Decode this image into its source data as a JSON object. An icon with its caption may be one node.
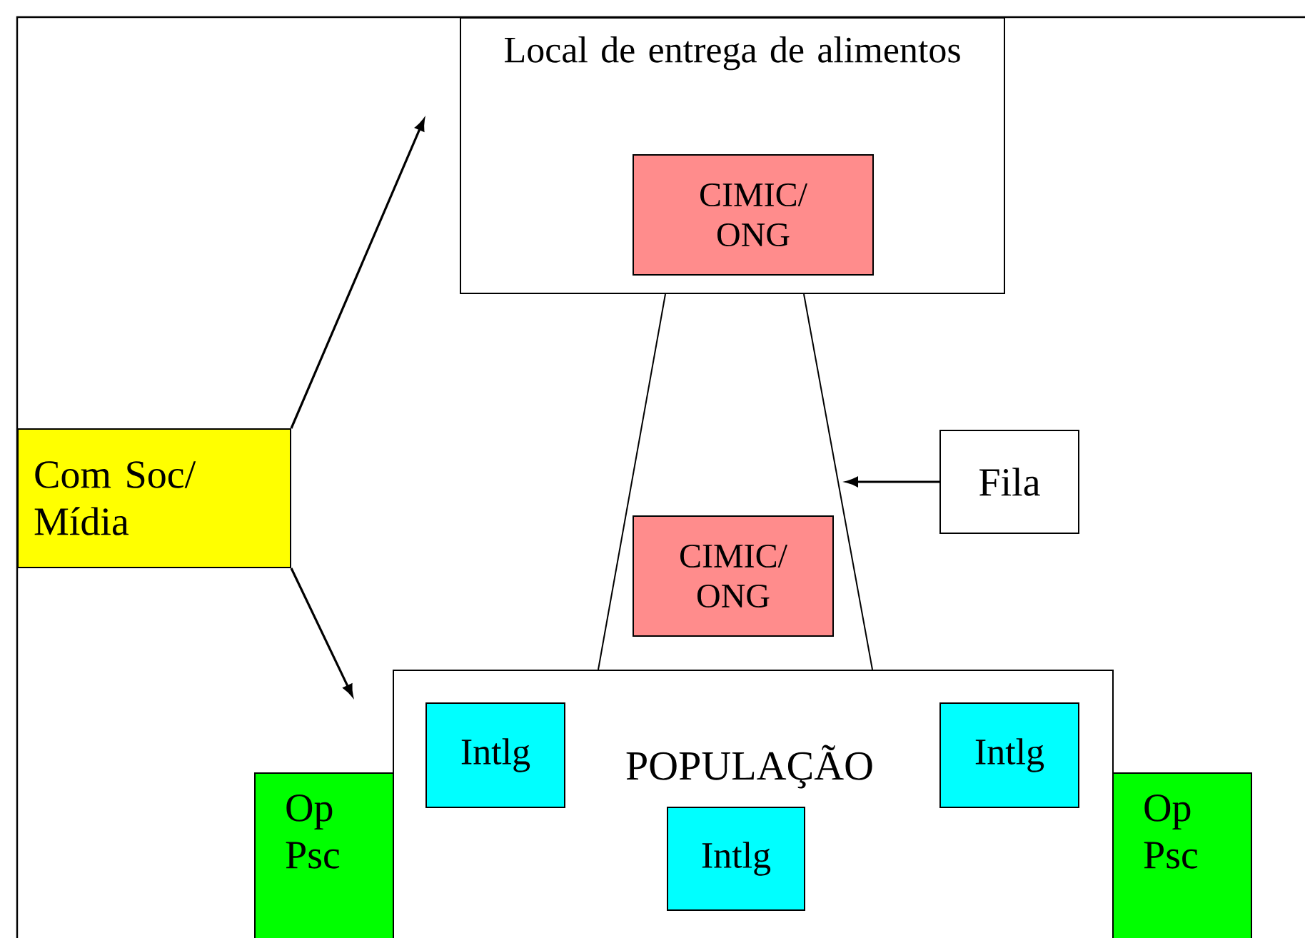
{
  "diagram": {
    "nodes": [
      {
        "text": [
          "Local de entrega de alimentos"
        ]
      },
      {
        "text": [
          "CIMIC/ ONG"
        ],
        "in": 0
      },
      {
        "text": [
          "Com Soc/ Mídia"
        ]
      },
      {
        "text": [
          "Fila"
        ]
      },
      {
        "text": [
          "CIMIC/ ONG"
        ]
      },
      {
        "text": [
          "POPULAÇÃO"
        ]
      },
      {
        "text": [
          "Intlg"
        ],
        "in": 5
      },
      {
        "text": [
          "Intlg"
        ],
        "in": 5
      },
      {
        "text": [
          "Op Psc"
        ]
      },
      {
        "text": [
          "Intlg"
        ],
        "in": 5
      },
      {
        "text": [
          "Op Psc"
        ]
      }
    ],
    "edges": [
      {
        "from": 2,
        "to": 0,
        "arrow": "to"
      },
      {
        "from": 2,
        "to": 5,
        "arrow": "to"
      },
      {
        "from": 0,
        "to": 5,
        "arrow": "none"
      },
      {
        "from": 0,
        "to": 5,
        "arrow": "none"
      },
      {
        "from": 3,
        "to": null,
        "arrow": "to"
      }
    ]
  }
}
